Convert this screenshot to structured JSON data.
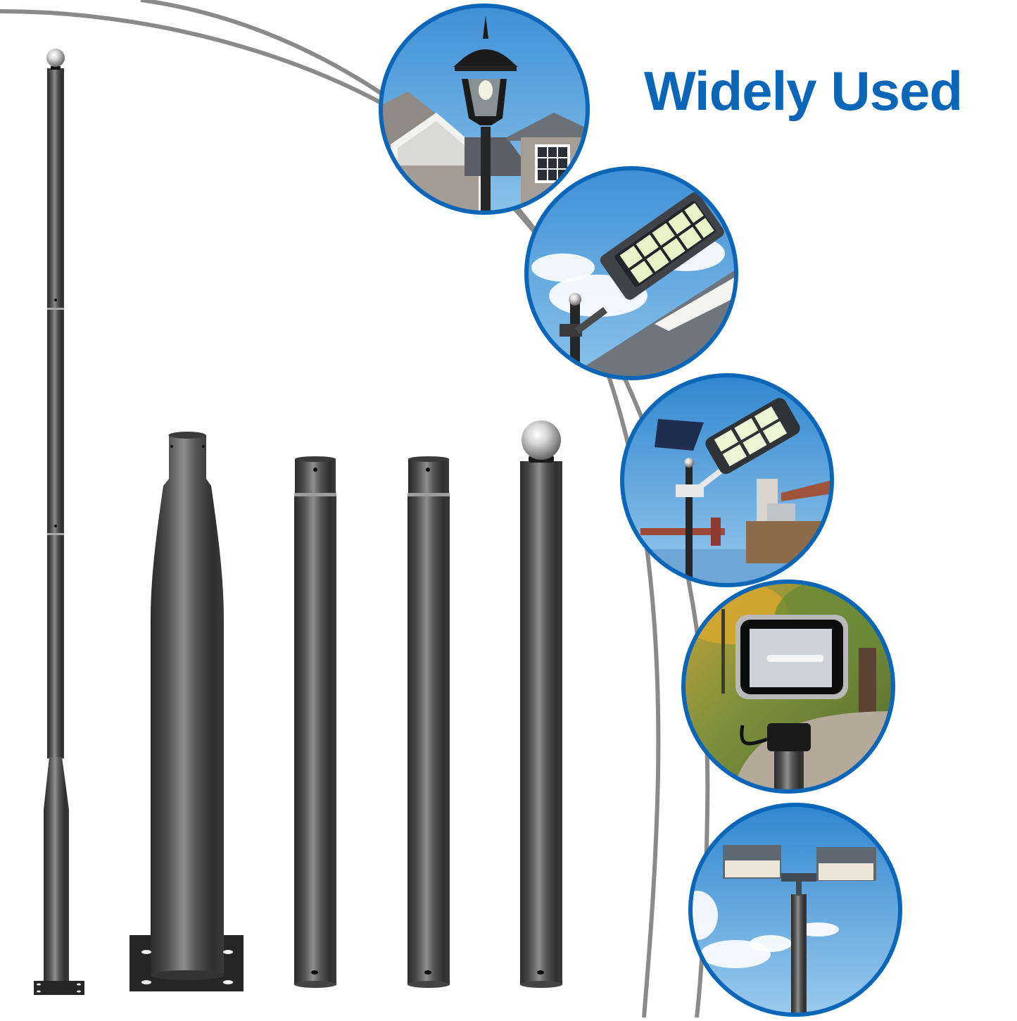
{
  "header": {
    "title": "Widely Used",
    "title_color": "#0c66b8"
  },
  "colors": {
    "circle_border": "#0c66b8",
    "arc": "#8a8a8a",
    "pole_dark": "#2c2c2c",
    "pole_mid": "#4a4a4a",
    "pole_highlight": "#8c8c8c",
    "sky": "#4a9ad8"
  },
  "products": [
    {
      "id": "tall-pole-with-base",
      "description": "Tall sectional pole with tapered bottom, base plate and ball finial"
    },
    {
      "id": "tapered-base-pole",
      "description": "Short tapered pole with square base plate"
    },
    {
      "id": "straight-pole-a",
      "description": "Straight pole section with sleeve joint"
    },
    {
      "id": "straight-pole-b",
      "description": "Straight pole section with sleeve joint"
    },
    {
      "id": "ball-top-pole",
      "description": "Straight pole with chrome ball finial"
    }
  ],
  "applications": [
    {
      "id": "garden-lantern",
      "scene": "Lantern post light in front of a house"
    },
    {
      "id": "solar-street-light",
      "scene": "Solar LED street light over rooftop"
    },
    {
      "id": "solar-panel-street-light",
      "scene": "Solar panel street light by river and bridge"
    },
    {
      "id": "floodlight",
      "scene": "Floodlight in autumn park"
    },
    {
      "id": "dual-area-light",
      "scene": "Dual-head area light against blue sky"
    }
  ]
}
